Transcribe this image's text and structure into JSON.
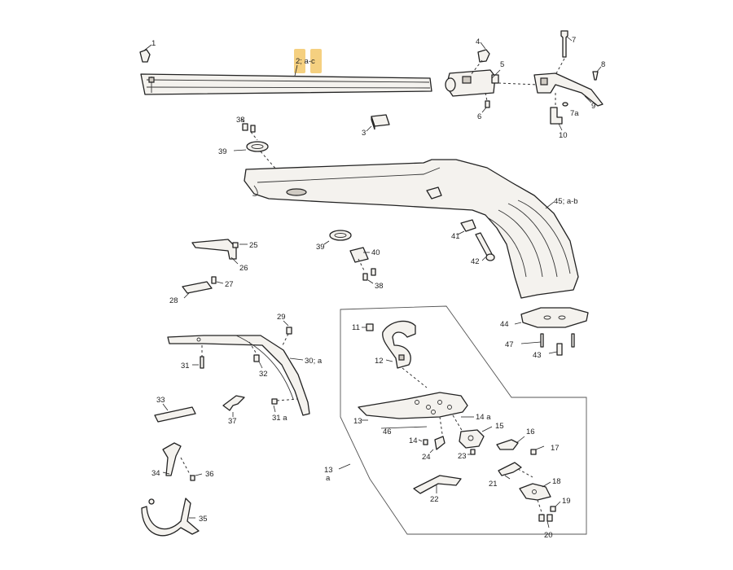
{
  "diagram": {
    "labels": {
      "p1": "1",
      "p2": "2; a-c",
      "p3": "3",
      "p4": "4",
      "p5": "5",
      "p6": "6",
      "p7": "7",
      "p7a": "7a",
      "p8": "8",
      "p9": "9",
      "p10": "10",
      "p11": "11",
      "p12": "12",
      "p13": "13",
      "p13a_num": "13",
      "p13a_sub": "a",
      "p14": "14",
      "p14a": "14 a",
      "p15": "15",
      "p16": "16",
      "p17": "17",
      "p18": "18",
      "p19": "19",
      "p20": "20",
      "p21": "21",
      "p22": "22",
      "p23": "23",
      "p24": "24",
      "p25": "25",
      "p26": "26",
      "p27": "27",
      "p28": "28",
      "p29": "29",
      "p30a": "30; a",
      "p31": "31",
      "p31a": "31 a",
      "p32": "32",
      "p33": "33",
      "p34": "34",
      "p35": "35",
      "p36": "36",
      "p37": "37",
      "p38": "38",
      "p38b": "38",
      "p39": "39",
      "p39b": "39",
      "p40": "40",
      "p41": "41",
      "p42": "42",
      "p43": "43",
      "p44": "44",
      "p45ab": "45; a-b",
      "p46": "46",
      "p47": "47"
    },
    "highlight_color": "#f3c86a"
  }
}
